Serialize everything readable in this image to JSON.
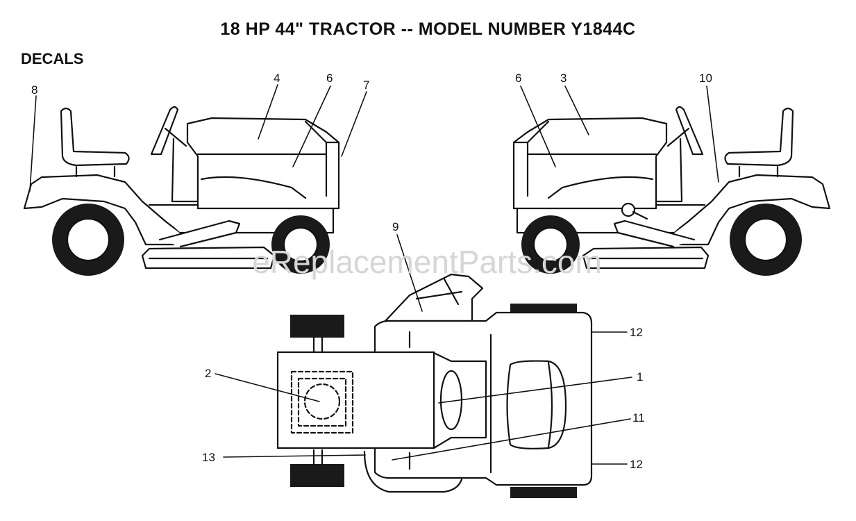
{
  "header": {
    "title": "18 HP 44\" TRACTOR -- MODEL NUMBER Y1844C",
    "section": "DECALS"
  },
  "watermark": "eReplacementParts.com",
  "callouts": {
    "c1": "1",
    "c2": "2",
    "c3": "3",
    "c4": "4",
    "c6_left": "6",
    "c6_right": "6",
    "c7": "7",
    "c8": "8",
    "c9": "9",
    "c10": "10",
    "c11": "11",
    "c12_top": "12",
    "c12_bottom": "12",
    "c13": "13"
  },
  "colors": {
    "line": "#111111",
    "tire": "#1a1a1a",
    "watermark": "#d6d6d6"
  }
}
